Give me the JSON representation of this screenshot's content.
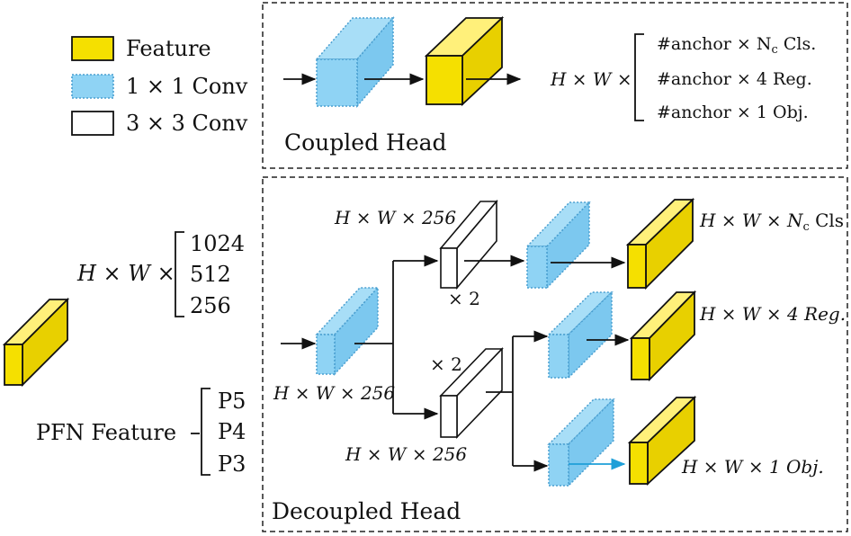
{
  "legend": {
    "feature": "Feature",
    "conv1": "1 × 1 Conv",
    "conv3": "3 × 3 Conv"
  },
  "colors": {
    "feature": "#f5e000",
    "conv1": "#8fd3f4",
    "conv1_border": "#4a9fd0",
    "white": "#ffffff",
    "cyan_arrow": "#1e9fd8"
  },
  "coupled": {
    "title": "Coupled Head",
    "dims_prefix": "H × W ×",
    "outputs": [
      "#anchor × N",
      "#anchor × 4 Reg.",
      "#anchor  × 1 Obj."
    ],
    "cls_sub": "c",
    "cls_suffix": " Cls."
  },
  "input": {
    "dims_prefix": "H × W ×",
    "channels": [
      "1024",
      "512",
      "256"
    ],
    "pfn_label": "PFN Feature",
    "levels": [
      "P5",
      "P4",
      "P3"
    ]
  },
  "decoupled": {
    "title": "Decoupled Head",
    "stem_label": "H × W × 256",
    "upper_label": "H × W × 256",
    "lower_label": "H × W × 256",
    "repeat_upper": "× 2",
    "repeat_lower": "× 2",
    "out_cls": "H × W × N",
    "out_cls_sub": "c",
    "out_cls_suffix": " Cls",
    "out_reg": "H × W × 4 Reg.",
    "out_obj": "H × W × 1 Obj."
  }
}
